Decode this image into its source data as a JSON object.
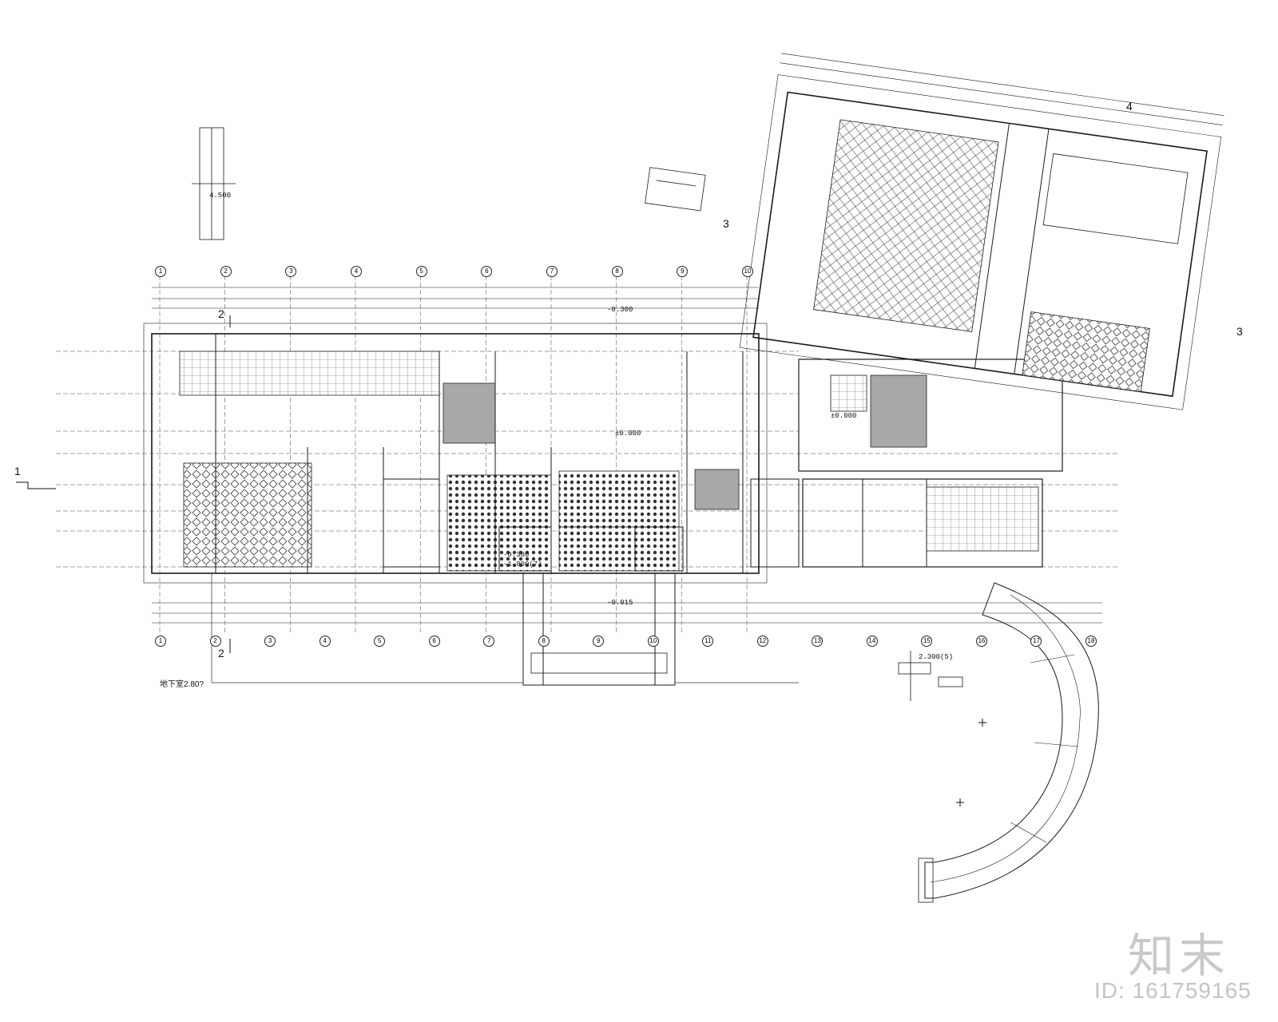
{
  "drawing": {
    "levels": [
      "-0.300",
      "±0.000",
      "-0.015",
      "±0.000",
      "2.300(5)",
      "4.500",
      "-0.300",
      "-1.800(7)"
    ],
    "note": "地下室2.80?",
    "section_marks": [
      "1",
      "2",
      "2",
      "3",
      "3",
      "4"
    ],
    "grid_numbers_top": [
      "1",
      "2",
      "3",
      "4",
      "5",
      "6",
      "7",
      "8",
      "9",
      "10"
    ],
    "grid_numbers_bottom": [
      "1",
      "2",
      "3",
      "4",
      "5",
      "6",
      "7",
      "8",
      "9",
      "10",
      "11",
      "12",
      "13",
      "14",
      "15",
      "16",
      "17",
      "18"
    ]
  },
  "watermark": {
    "logo": "知末",
    "id": "ID: 161759165"
  },
  "colors": {
    "line": "#1a1a1a",
    "hatch_gray": "#a8a8a8",
    "watermark": "#c9c9c9"
  }
}
